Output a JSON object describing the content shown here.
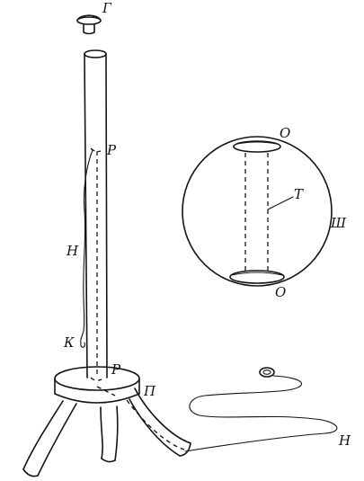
{
  "labels": {
    "cap": "Г",
    "rod_top_hole": "Р",
    "thread_on_rod": "Н",
    "hook": "К",
    "rod_bottom_hole": "Р",
    "base_hole": "П",
    "sphere_top_hole": "О",
    "sphere_tube": "Т",
    "sphere": "Ш",
    "sphere_bottom_hole": "О",
    "thread_end": "Н"
  }
}
